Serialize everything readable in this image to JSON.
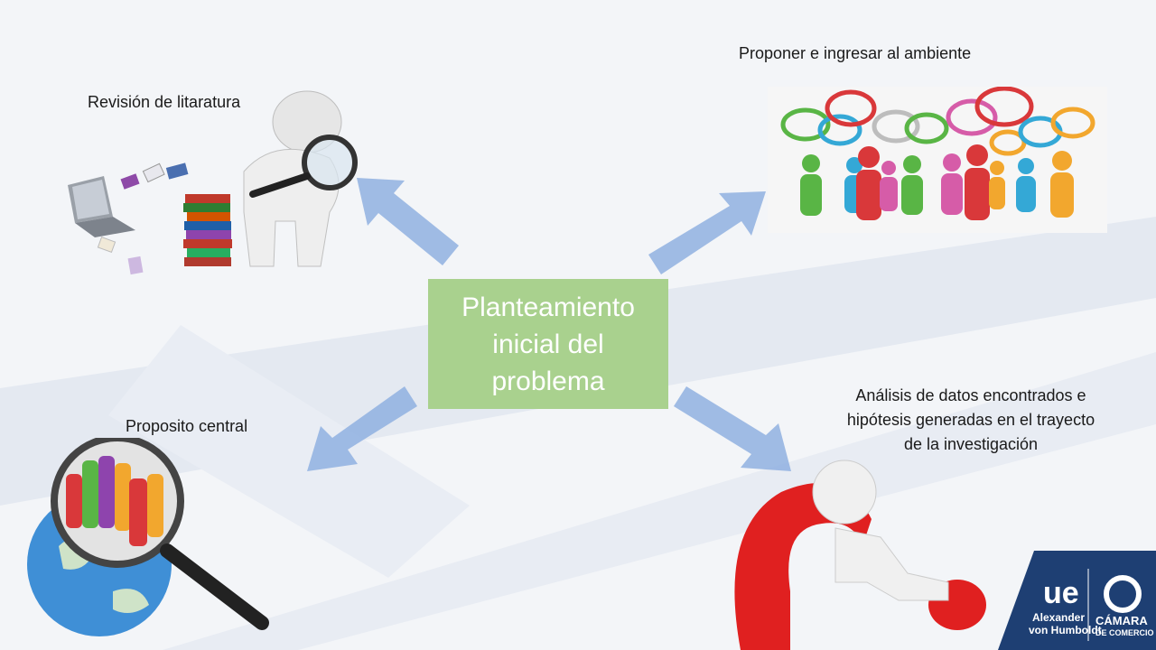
{
  "diagram": {
    "center": {
      "label": "Planteamiento inicial del problema"
    },
    "nodes": {
      "top_left": {
        "label": "Revisión de litaratura",
        "image": "person-with-magnifier-books-laptop"
      },
      "top_right": {
        "label": "Proponer e ingresar al ambiente",
        "image": "people-with-speech-bubbles"
      },
      "bottom_left": {
        "label": "Proposito central",
        "image": "globe-magnifier-people"
      },
      "bottom_right": {
        "label": "Análisis de datos encontrados e hipótesis generadas en el trayecto de la investigación",
        "image": "person-on-question-mark"
      }
    }
  },
  "logo": {
    "university_abbr": "ue",
    "university_name_1": "Alexander",
    "university_name_2": "von Humboldt",
    "chamber_1": "CÁMARA",
    "chamber_2": "DE COMERCIO"
  },
  "colors": {
    "center_box": "#a9d18e",
    "arrow": "#8fb0e0",
    "logo_bg": "#1e3f73"
  }
}
